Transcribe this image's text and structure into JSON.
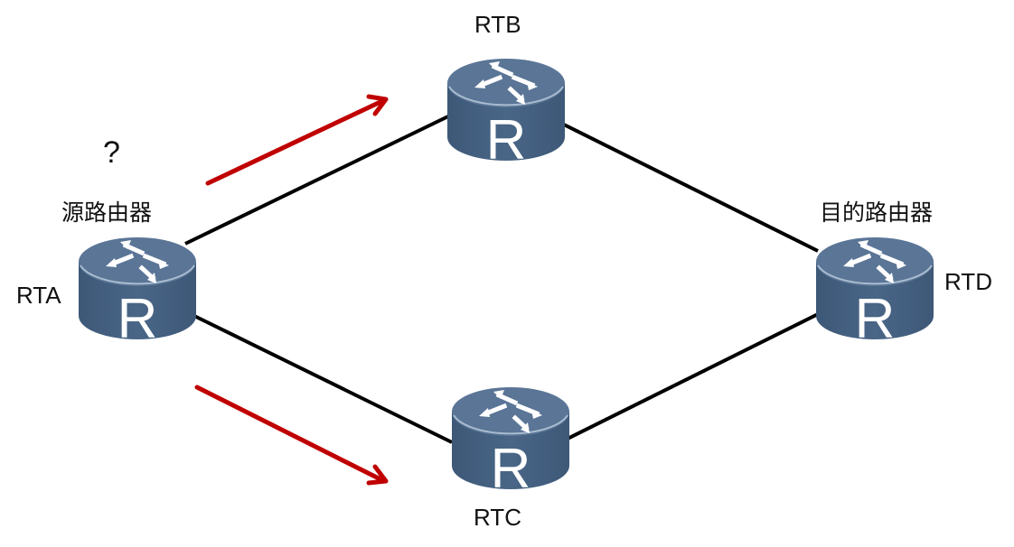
{
  "diagram": {
    "nodes": [
      {
        "id": "RTA",
        "label": "RTA",
        "role_label": "源路由器",
        "icon": "router-icon",
        "glyph": "R"
      },
      {
        "id": "RTB",
        "label": "RTB",
        "icon": "router-icon",
        "glyph": "R"
      },
      {
        "id": "RTC",
        "label": "RTC",
        "icon": "router-icon",
        "glyph": "R"
      },
      {
        "id": "RTD",
        "label": "RTD",
        "role_label": "目的路由器",
        "icon": "router-icon",
        "glyph": "R"
      }
    ],
    "links": [
      {
        "from": "RTA",
        "to": "RTB"
      },
      {
        "from": "RTA",
        "to": "RTC"
      },
      {
        "from": "RTB",
        "to": "RTD"
      },
      {
        "from": "RTC",
        "to": "RTD"
      }
    ],
    "arrows": [
      {
        "name": "path-arrow-via-rtb",
        "toward": "RTB",
        "color": "#c00000"
      },
      {
        "name": "path-arrow-via-rtc",
        "toward": "RTC",
        "color": "#c00000"
      }
    ],
    "question_mark": "?",
    "colors": {
      "router_top": "#5a7596",
      "router_side": "#44607f",
      "router_rim": "#9fb2c8",
      "link": "#000000",
      "arrow": "#c00000"
    }
  }
}
